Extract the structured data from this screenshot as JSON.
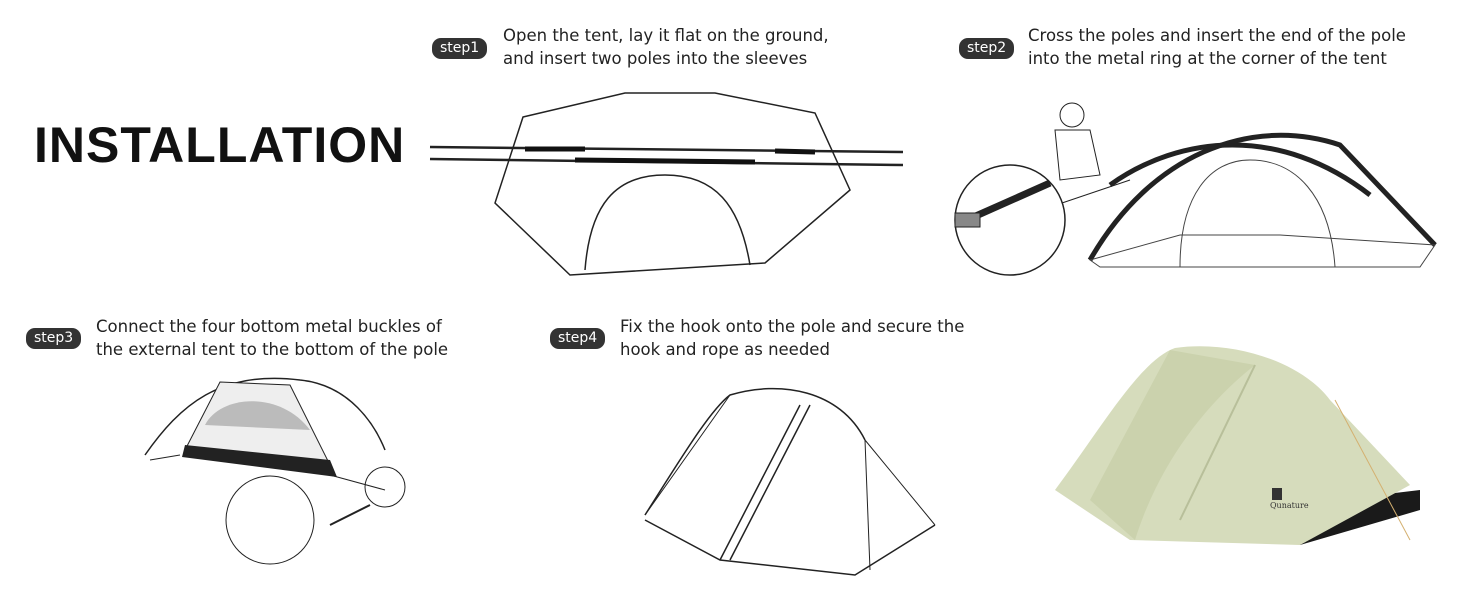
{
  "title": "INSTALLATION",
  "steps": [
    {
      "badge": "step1",
      "lines": [
        "Open the tent, lay it flat on the ground,",
        "and insert two poles into the sleeves"
      ]
    },
    {
      "badge": "step2",
      "lines": [
        "Cross the poles and insert the end of the pole",
        "into the metal ring at the corner of the tent"
      ]
    },
    {
      "badge": "step3",
      "lines": [
        "Connect the four bottom metal buckles of",
        "the external tent to the bottom of the pole"
      ]
    },
    {
      "badge": "step4",
      "lines": [
        "Fix the hook onto the pole and secure the",
        "hook and rope as needed"
      ]
    }
  ],
  "brand_logo_text": "Qunature",
  "colors": {
    "badge": "#333333",
    "tent": "#d6dcbc",
    "floor": "#1a1a1a"
  }
}
